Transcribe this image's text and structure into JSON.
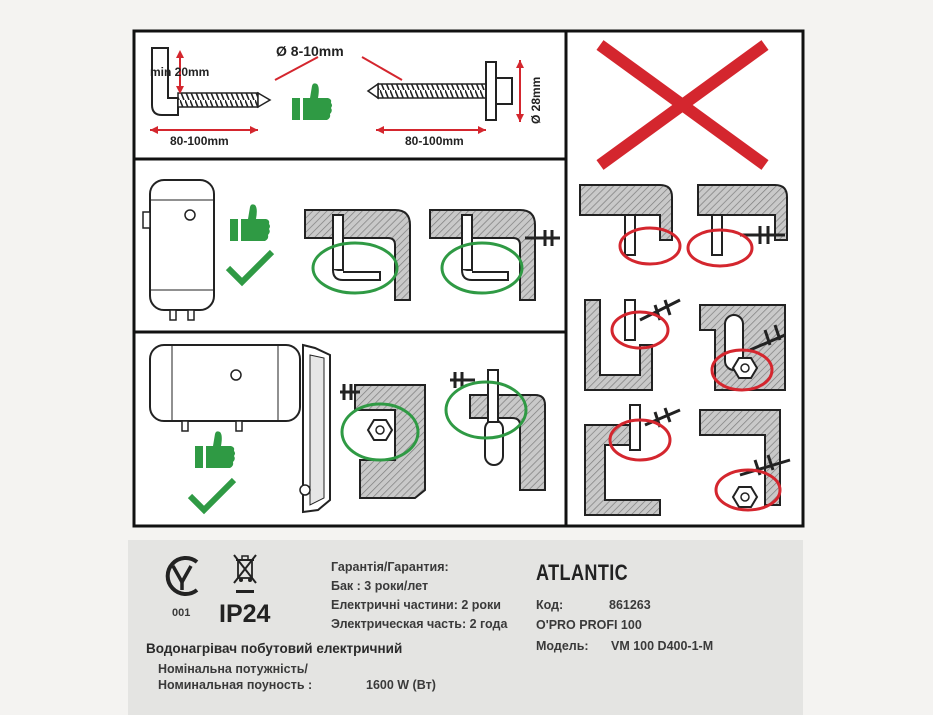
{
  "dimensions": {
    "diameter": "Ø 8-10mm",
    "min_depth": "min 20mm",
    "length_left": "80-100mm",
    "length_right": "80-100mm",
    "washer": "Ø 28mm"
  },
  "label": {
    "cert_code": "001",
    "ip_rating": "IP24",
    "warranty_title": "Гарантія/Гарантия:",
    "tank_warranty": "Бак :  3 роки/лет",
    "electric_parts_ua": "Електричні частини: 2 роки",
    "electric_parts_ru": "Электрическая часть: 2 года",
    "brand": "ATLANTIC",
    "code_label": "Код:",
    "code_value": "861263",
    "model_line": "O'PRO  PROFI 100",
    "model_label": "Модель:",
    "model_value": "VM 100 D400-1-M",
    "product_title": "Водонагрівач побутовий електричний",
    "power_label_ua": "Номінальна потужність/",
    "power_label_ru": "Номинальная  поуность :",
    "power_value": "1600 W (Вт)"
  },
  "colors": {
    "ok": "#2f9a44",
    "wrong": "#d4262e",
    "hatch": "#a0a0a0"
  }
}
